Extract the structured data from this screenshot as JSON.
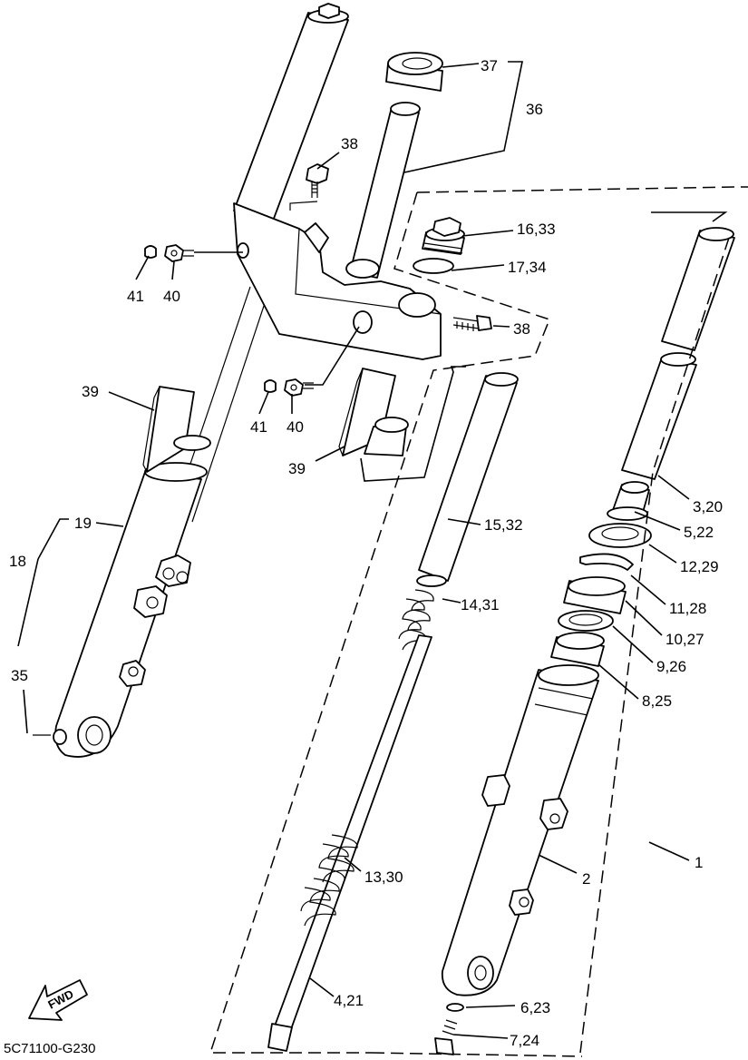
{
  "diagram_code": "5C71100-G230",
  "fwd_label": "FWD",
  "callouts": {
    "p1": "1",
    "p2": "2",
    "p3_20": "3,20",
    "p4_21": "4,21",
    "p5_22": "5,22",
    "p6_23": "6,23",
    "p7_24": "7,24",
    "p8_25": "8,25",
    "p9_26": "9,26",
    "p10_27": "10,27",
    "p11_28": "11,28",
    "p12_29": "12,29",
    "p13_30": "13,30",
    "p14_31": "14,31",
    "p15_32": "15,32",
    "p16_33": "16,33",
    "p17_34": "17,34",
    "p18": "18",
    "p19": "19",
    "p35": "35",
    "p36": "36",
    "p37": "37",
    "p38_top": "38",
    "p38_right": "38",
    "p39_left": "39",
    "p39_right": "39",
    "p40_top": "40",
    "p40_mid": "40",
    "p41_top": "41",
    "p41_mid": "41"
  }
}
